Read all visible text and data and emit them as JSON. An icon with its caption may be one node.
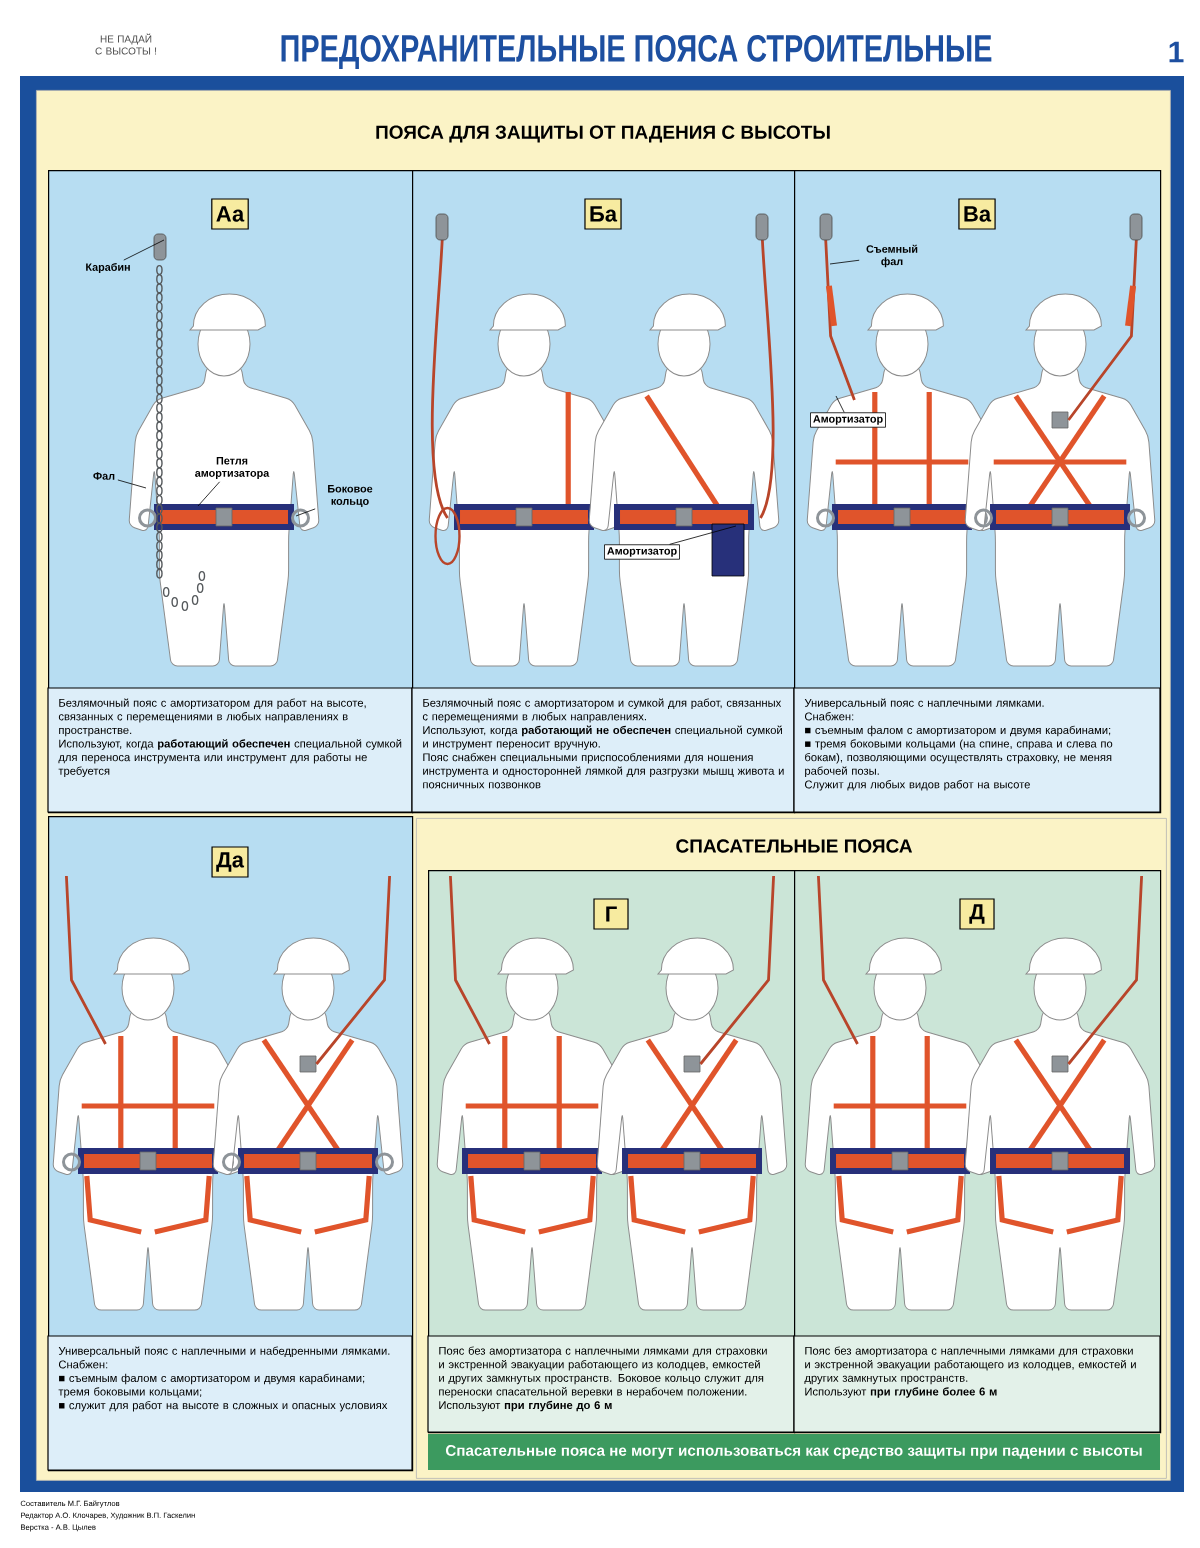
{
  "diagram": {
    "title": "ПРЕДОХРАНИТЕЛЬНЫЕ ПОЯСА СТРОИТЕЛЬНЫЕ",
    "nodes": [
      {
        "text": [
          "ПОЯСА ДЛЯ ЗАЩИТЫ ОТ ПАДЕНИЯ С ВЫСОТЫ"
        ]
      },
      {
        "text": [
          "Аа",
          "Безлямочный пояс с амортизатором для работ на высоте, связанных с перемещениями в любых направлениях в пространстве.",
          "Используют, когда **работающий обеспечен** специальной сумкой для переноса инструмента или инструмент для работы не требуется"
        ],
        "in": 0
      },
      {
        "text": [
          "Ба",
          "Безлямочный пояс с амортизатором и сумкой для работ, связанных с перемещениями в любых направлениях.",
          "Используют, когда **работающий не обеспечен** специальной сумкой и инструмент переносит вручную.",
          "Пояс снабжен специальными приспособлениями для ношения инструмента и односторонней лямкой для разгрузки мышц живота и поясничных позвонков"
        ],
        "in": 0
      },
      {
        "text": [
          "Ва",
          "Универсальный пояс с наплечными лямками.",
          "Снабжен:",
          "■ съемным фалом с амортизатором и двумя карабинами;",
          "■ тремя боковыми кольцами (на спине, справа и слева по бокам), позволяющими осуществлять страховку, не меняя рабочей позы.",
          "Служит для любых видов работ на высоте"
        ],
        "in": 0
      },
      {
        "text": [
          "Да",
          "Универсальный пояс с наплечными и набедренными лямками.",
          "Снабжен:",
          "■ съемным фалом с амортизатором и двумя карабинами;",
          "тремя боковыми кольцами;",
          "■ служит для работ на высоте в сложных и опасных условиях"
        ],
        "in": 0
      },
      {
        "text": [
          "СПАСАТЕЛЬНЫЕ ПОЯСА",
          "Спасательные пояса не могут использоваться как средство защиты при падении с высоты"
        ],
        "in": 0
      },
      {
        "text": [
          "Г",
          "Пояс без амортизатора с наплечными лямками для страховки и экстренной эвакуации работающего из колодцев, емкостей и других замкнутых пространств. Боковое кольцо служит для переноски спасательной веревки в нерабочем положении. Используют **при глубине до 6 м**"
        ],
        "in": 5
      },
      {
        "text": [
          "Д",
          "Пояс без амортизатора с наплечными лямками для страховки и экстренной эвакуации работающего из колодцев, емкостей и других замкнутых пространств.",
          "Используют **при глубине более 6 м**"
        ],
        "in": 5
      },
      {
        "text": [
          "Карабин"
        ],
        "in": 1
      },
      {
        "text": [
          "Фал"
        ],
        "in": 1
      },
      {
        "text": [
          "Петля амортизатора"
        ],
        "in": 1
      },
      {
        "text": [
          "Боковое кольцо"
        ],
        "in": 1
      },
      {
        "text": [
          "Амортизатор"
        ],
        "in": 2
      },
      {
        "text": [
          "Съемный фал"
        ],
        "in": 3
      },
      {
        "text": [
          "Амортизатор"
        ],
        "in": 3
      }
    ],
    "edges": [
      {
        "from": 8,
        "to": null,
        "arrow": "none"
      },
      {
        "from": 9,
        "to": null,
        "arrow": "none"
      },
      {
        "from": 10,
        "to": null,
        "arrow": "none"
      },
      {
        "from": 11,
        "to": null,
        "arrow": "none"
      },
      {
        "from": 12,
        "to": null,
        "arrow": "none"
      },
      {
        "from": 13,
        "to": null,
        "arrow": "none"
      },
      {
        "from": 14,
        "to": null,
        "arrow": "none"
      }
    ],
    "labels": [
      "НЕ ПАДАЙ С ВЫСОТЫ !",
      "1",
      "Составитель М.Г. Байгутлов",
      "Редактор А.О. Клочарев, Художник В.П. Гаскелин",
      "Верстка - А.В. Цылев"
    ]
  }
}
